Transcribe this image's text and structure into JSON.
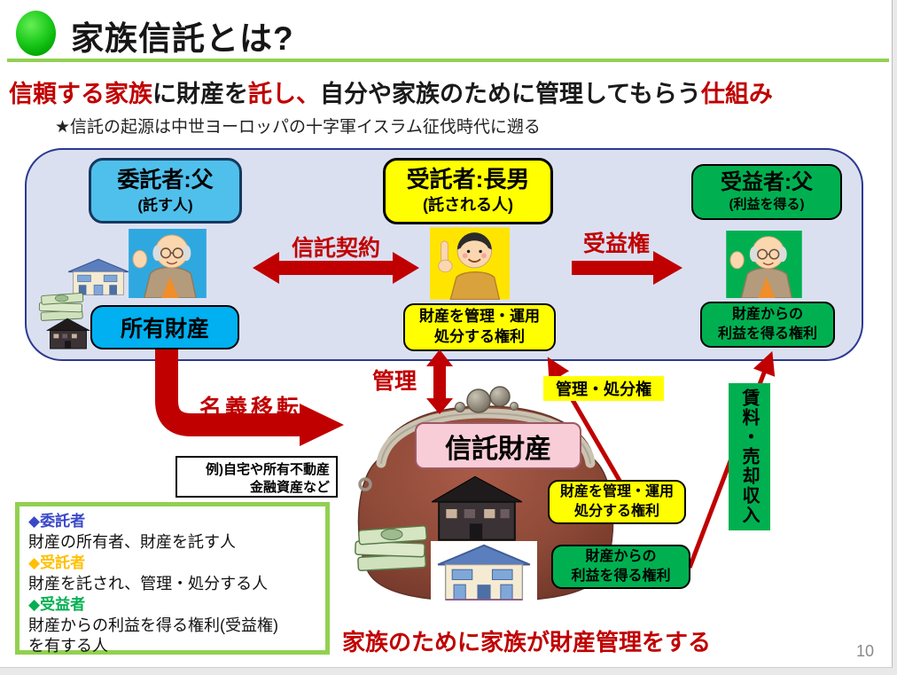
{
  "page_number": "10",
  "colors": {
    "red": "#C00000",
    "yellow": "#FFFF00",
    "green": "#00B050",
    "blue_box": "#4FC0EC",
    "blue_cyan": "#00B0F0",
    "pink": "#F9CDD7",
    "container_bg": "#DBE0F1",
    "container_border": "#2B3990",
    "underline_green": "#92D050",
    "legend_border": "#92D050"
  },
  "header": {
    "title": "家族信託とは?"
  },
  "headline": {
    "s1": "信頼する家族",
    "s2": "に財産を",
    "s3": "託し、",
    "s4": "自分や家族のために管理してもらう",
    "s5": "仕組み"
  },
  "note": "★信託の起源は中世ヨーロッパの十字軍イスラム征伐時代に遡る",
  "diagram": {
    "trustor": {
      "title": "委託者:父",
      "subtitle": "(託す人)"
    },
    "trustee": {
      "title": "受託者:長男",
      "subtitle": "(託される人)"
    },
    "beneficiary": {
      "title": "受益者:父",
      "subtitle": "(利益を得る)"
    },
    "trust_contract": "信託契約",
    "beneficiary_right": "受益権",
    "owned_assets": "所有財産",
    "manage_right_top": "財産を管理・運用\n処分する権利",
    "profit_right_top": "財産からの\n利益を得る権利",
    "name_transfer": "名義移転",
    "manage": "管理",
    "manage_dispose_right": "管理・処分権",
    "example": "例)自宅や所有不動産\n金融資産など",
    "trust_assets": "信託財産",
    "manage_right_purse": "財産を管理・運用\n処分する権利",
    "profit_right_purse": "財産からの\n利益を得る権利",
    "rent_income": "賃料・売却収入"
  },
  "legend": {
    "items": [
      {
        "term": "◆委託者",
        "desc": "財産の所有者、財産を託す人",
        "color": "#3A48C8"
      },
      {
        "term": "◆受託者",
        "desc": "財産を託され、管理・処分する人",
        "color": "#FFC000"
      },
      {
        "term": "◆受益者",
        "desc": "財産からの利益を得る権利(受益権)\nを有する人",
        "color": "#00B050"
      }
    ]
  },
  "footer": {
    "message": "家族のために家族が財産管理をする"
  }
}
